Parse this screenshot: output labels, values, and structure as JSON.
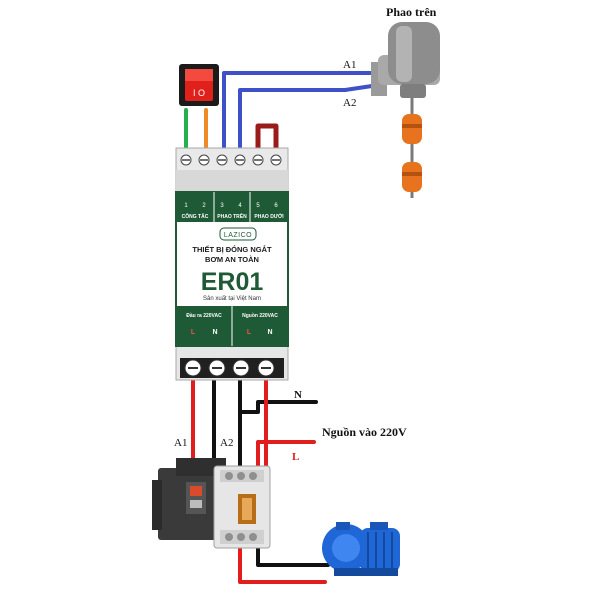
{
  "float_switch": {
    "title": "Phao trên"
  },
  "wires": {
    "a1_top": "A1",
    "a2_top": "A2",
    "a1_bottom": "A1",
    "a2_bottom": "A2",
    "neutral": "N",
    "line": "L"
  },
  "power": {
    "label": "Nguồn vào 220V"
  },
  "device": {
    "terminals_top": {
      "numbers": [
        "1",
        "2",
        "3",
        "4",
        "5",
        "6"
      ],
      "groups": [
        "CÔNG TẮC",
        "PHAO TRÊN",
        "PHAO DƯỚI"
      ]
    },
    "brand": "LAZICO",
    "title_line1": "THIẾT BỊ ĐÓNG NGẮT",
    "title_line2": "BƠM AN TOÀN",
    "model": "ER01",
    "made_in": "Sản xuất tại Việt Nam",
    "output_label": "Đầu ra 220VAC",
    "input_label": "Nguồn 220VAC",
    "out_l": "L",
    "out_n": "N",
    "in_l": "L",
    "in_n": "N"
  },
  "colors": {
    "device_green": "#1f5a37",
    "wire_blue": "#3f51c9",
    "wire_red": "#e21d1d",
    "wire_black": "#111111",
    "wire_green": "#22b14c",
    "wire_orange": "#f08a24",
    "switch_red": "#e0201b",
    "float_orange": "#e8731e",
    "pump_blue": "#1f66d6"
  }
}
